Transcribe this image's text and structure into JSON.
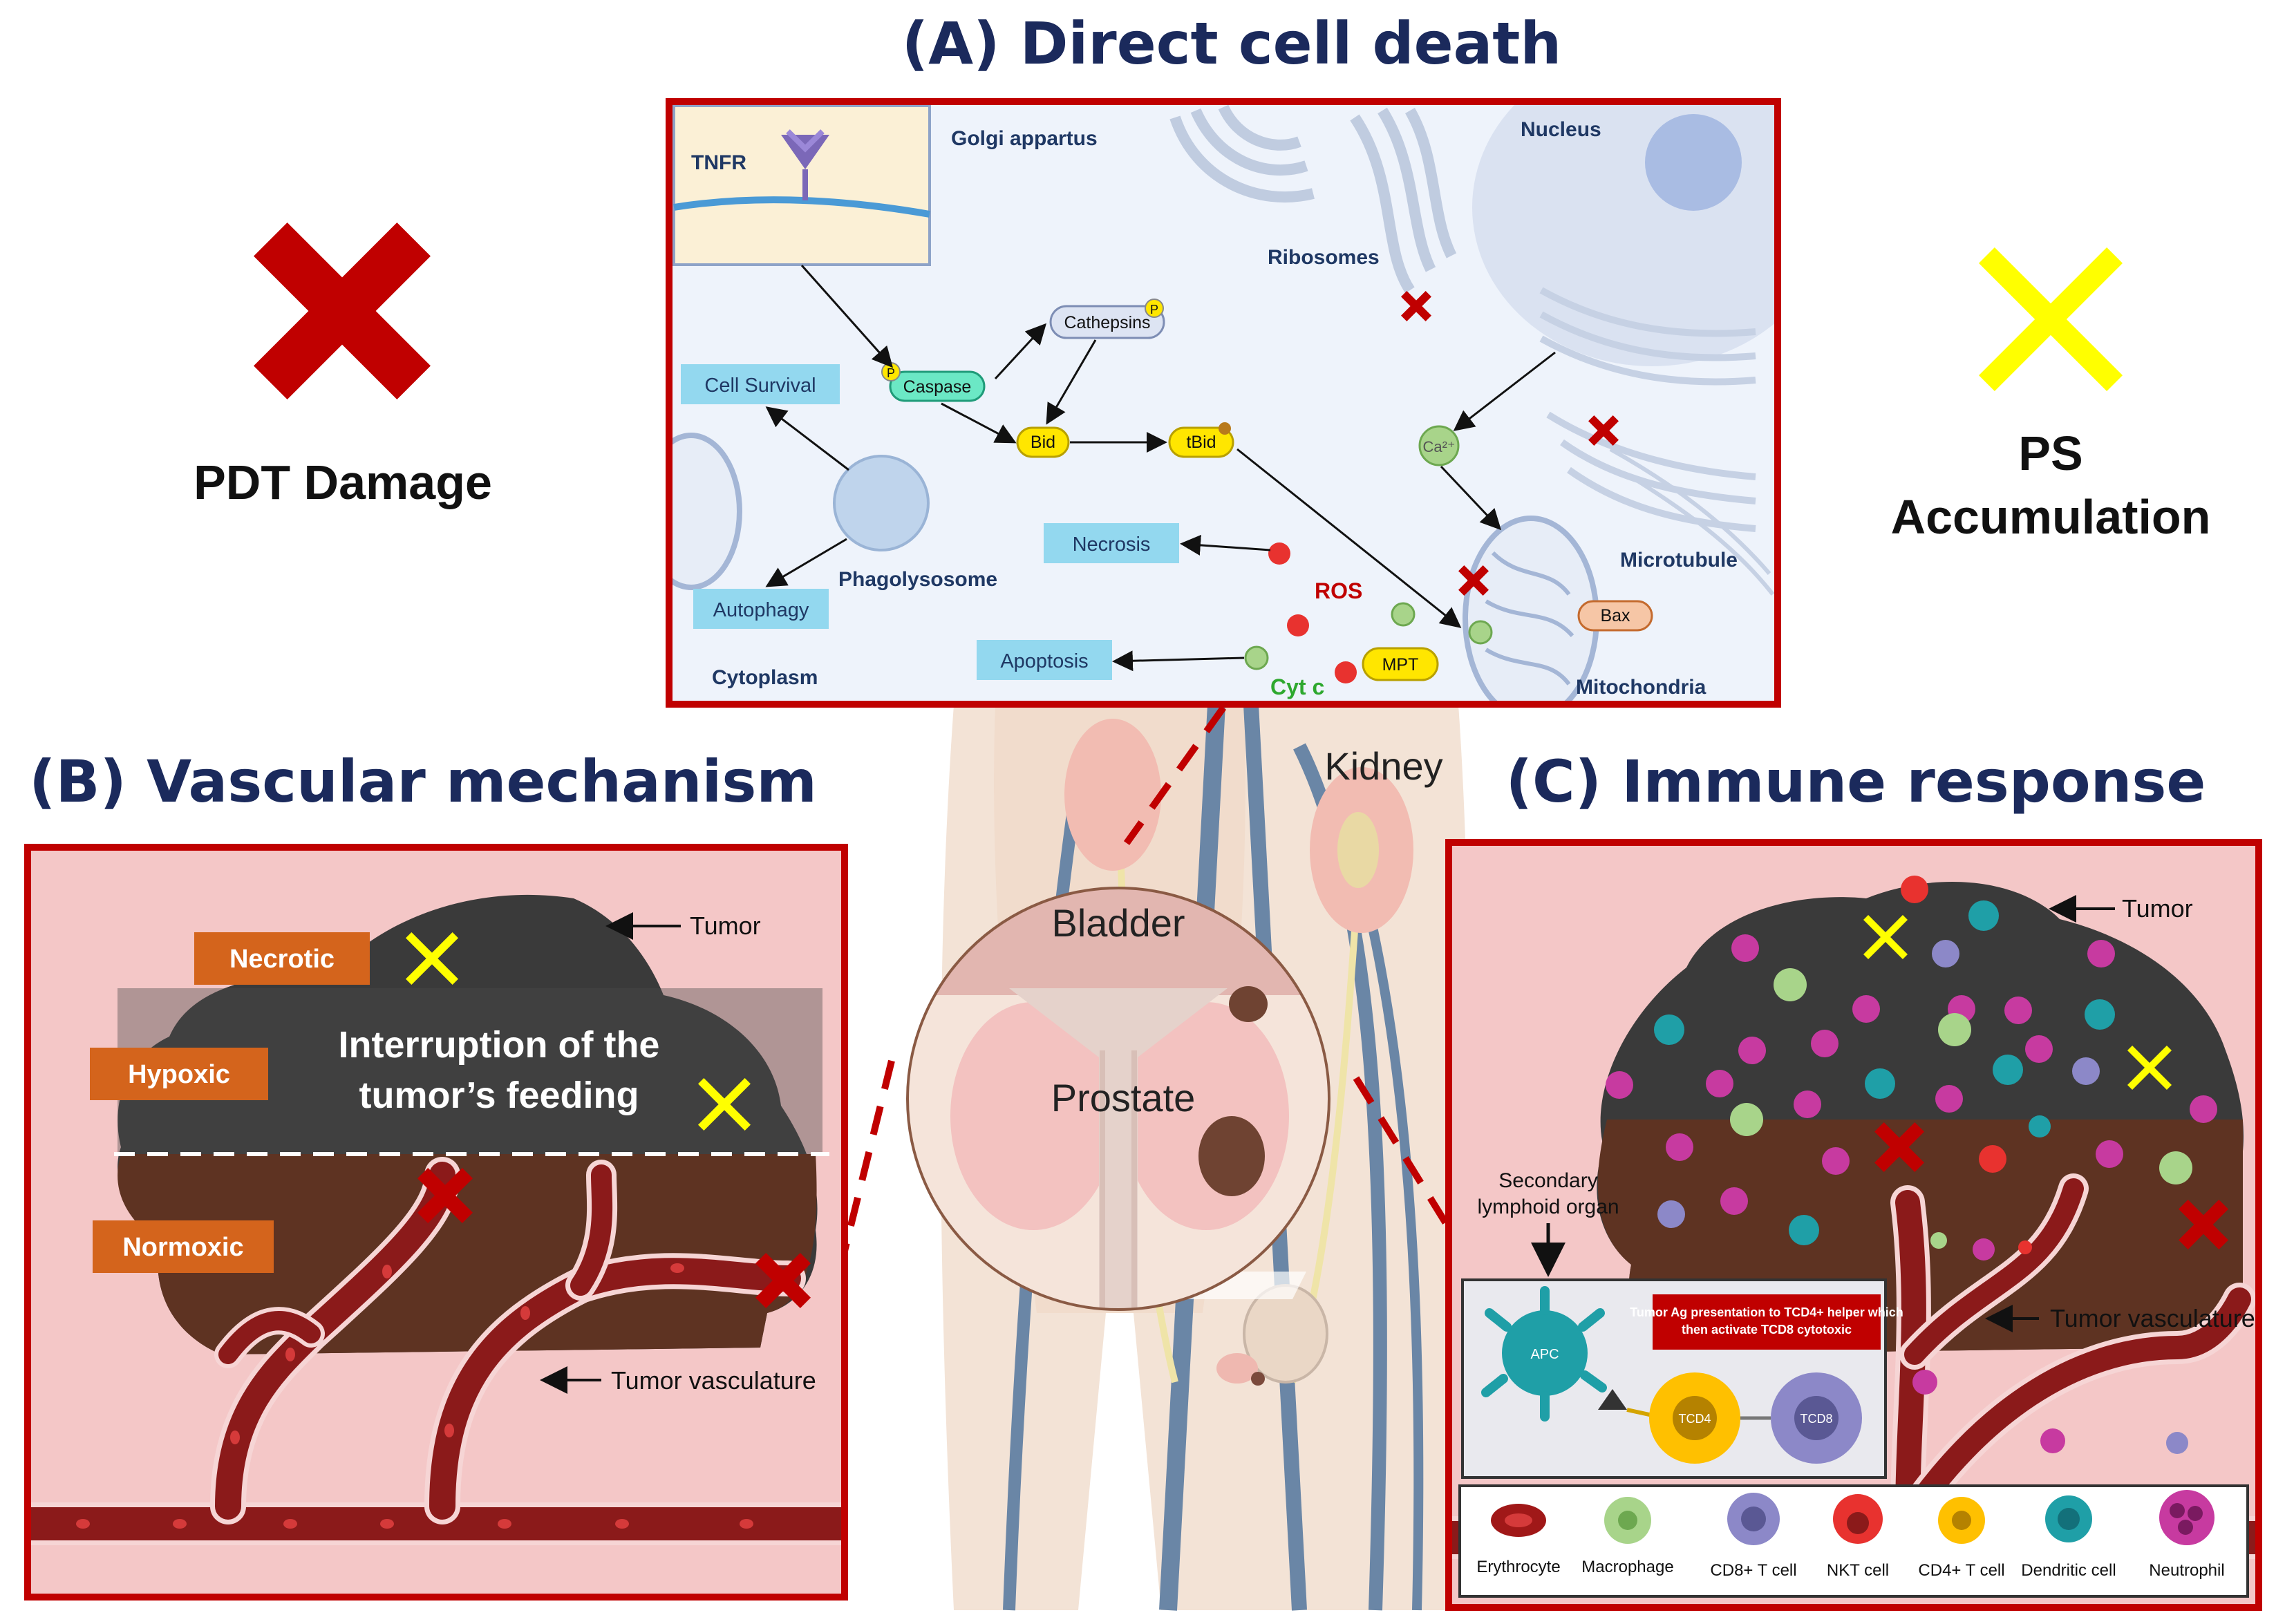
{
  "titles": {
    "a": "(A) Direct cell death",
    "b": "(B) Vascular mechanism",
    "c": "(C) Immune response"
  },
  "legend_left": "PDT Damage",
  "legend_right": [
    "PS",
    "Accumulation"
  ],
  "colors": {
    "pdt_damage": "#c00000",
    "ps_accumulation": "#ffff00",
    "frame": "#c00000",
    "title": "#1b2a5c",
    "label_box": "#93d8ef",
    "zone_box": "#d4641c"
  },
  "panel_a": {
    "tnfr": "TNFR",
    "golgi": "Golgi appartus",
    "nucleus": "Nucleus",
    "ribosomes": "Ribosomes",
    "cathepsins": "Cathepsins",
    "caspase": "Caspase",
    "cell_survival": "Cell Survival",
    "bid": "Bid",
    "tbid": "tBid",
    "ca": "Ca²⁺",
    "phagolysosome": "Phagolysosome",
    "necrosis": "Necrosis",
    "microtubule": "Microtubule",
    "ros": "ROS",
    "autophagy": "Autophagy",
    "bax": "Bax",
    "apoptosis": "Apoptosis",
    "mpt": "MPT",
    "cytoplasm": "Cytoplasm",
    "cytc": "Cyt c",
    "mitochondria": "Mitochondria",
    "p": "P"
  },
  "anatomy": {
    "kidney": "Kidney",
    "bladder": "Bladder",
    "prostate": "Prostate"
  },
  "panel_b": {
    "tumor": "Tumor",
    "necrotic": "Necrotic",
    "hypoxic": "Hypoxic",
    "normoxic": "Normoxic",
    "center_line1": "Interruption of the",
    "center_line2": "tumor’s feeding",
    "vasculature": "Tumor vasculature"
  },
  "panel_c": {
    "tumor": "Tumor",
    "secondary_line1": "Secondary",
    "secondary_line2": "lymphoid organ",
    "antigen_line1": "Tumor Ag presentation to TCD4+ helper which",
    "antigen_line2": "then activate TCD8 cytotoxic",
    "vasculature": "Tumor vasculature",
    "apc": "APC",
    "tcd4": "TCD4",
    "tcd8": "TCD8",
    "legend": [
      {
        "label": "Erythrocyte",
        "icon": "erythrocyte-icon"
      },
      {
        "label": "Macrophage",
        "icon": "macrophage-icon"
      },
      {
        "label": "CD8+ T cell",
        "icon": "cd8-t-cell-icon"
      },
      {
        "label": "NKT cell",
        "icon": "nkt-cell-icon"
      },
      {
        "label": "CD4+ T cell",
        "icon": "cd4-t-cell-icon"
      },
      {
        "label": "Dendritic cell",
        "icon": "dendritic-cell-icon"
      },
      {
        "label": "Neutrophil",
        "icon": "neutrophil-icon"
      }
    ]
  }
}
